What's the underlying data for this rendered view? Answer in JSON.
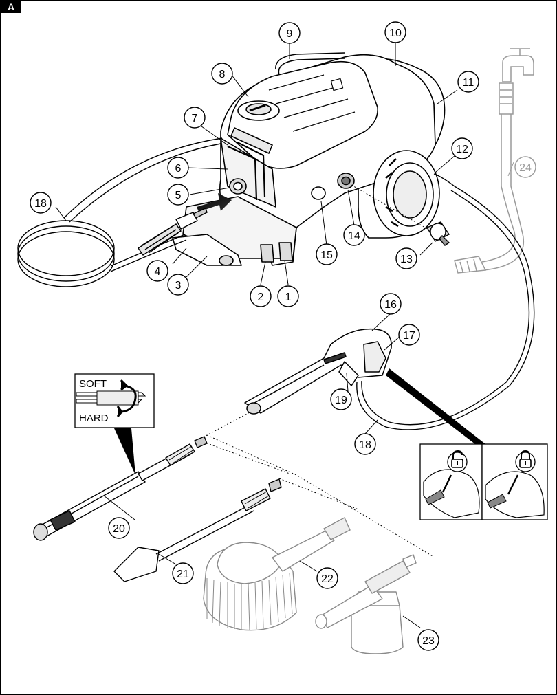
{
  "figure": {
    "tag": "A",
    "inset_labels": {
      "soft": "SOFT",
      "hard": "HARD"
    },
    "callouts": [
      {
        "num": "1"
      },
      {
        "num": "2"
      },
      {
        "num": "3"
      },
      {
        "num": "4"
      },
      {
        "num": "5"
      },
      {
        "num": "6"
      },
      {
        "num": "7"
      },
      {
        "num": "8"
      },
      {
        "num": "9"
      },
      {
        "num": "10"
      },
      {
        "num": "11"
      },
      {
        "num": "12"
      },
      {
        "num": "13"
      },
      {
        "num": "14"
      },
      {
        "num": "15"
      },
      {
        "num": "16"
      },
      {
        "num": "17"
      },
      {
        "num": "18"
      },
      {
        "num": "18"
      },
      {
        "num": "19"
      },
      {
        "num": "20"
      },
      {
        "num": "21"
      },
      {
        "num": "22"
      },
      {
        "num": "23"
      },
      {
        "num": "24"
      }
    ],
    "icons": [
      "unlock-icon",
      "lock-icon",
      "rotate-icon"
    ]
  }
}
